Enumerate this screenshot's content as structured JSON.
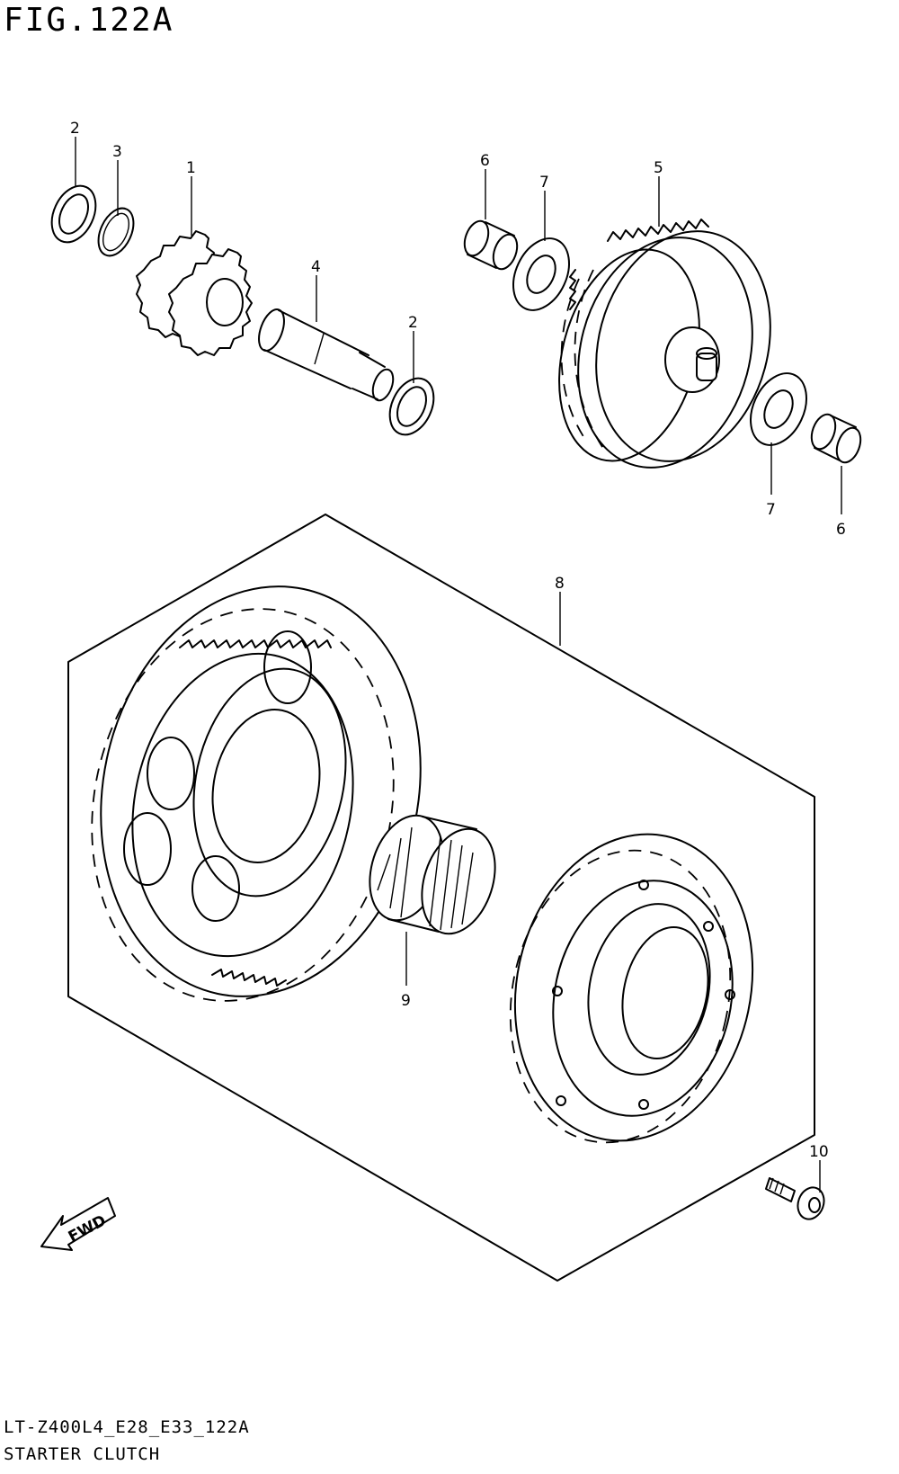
{
  "figure": {
    "title": "FIG.122A",
    "model_code": "LT-Z400L4_E28_E33_122A",
    "section_name": "STARTER CLUTCH",
    "fwd_label": "FWD"
  },
  "callouts": [
    {
      "id": "c2a",
      "label": "2"
    },
    {
      "id": "c3",
      "label": "3"
    },
    {
      "id": "c1",
      "label": "1"
    },
    {
      "id": "c4",
      "label": "4"
    },
    {
      "id": "c2b",
      "label": "2"
    },
    {
      "id": "c6a",
      "label": "6"
    },
    {
      "id": "c7a",
      "label": "7"
    },
    {
      "id": "c5",
      "label": "5"
    },
    {
      "id": "c7b",
      "label": "7"
    },
    {
      "id": "c6b",
      "label": "6"
    },
    {
      "id": "c8",
      "label": "8"
    },
    {
      "id": "c9",
      "label": "9"
    },
    {
      "id": "c10",
      "label": "10"
    }
  ],
  "icons": [
    "fwd-arrow-icon"
  ]
}
